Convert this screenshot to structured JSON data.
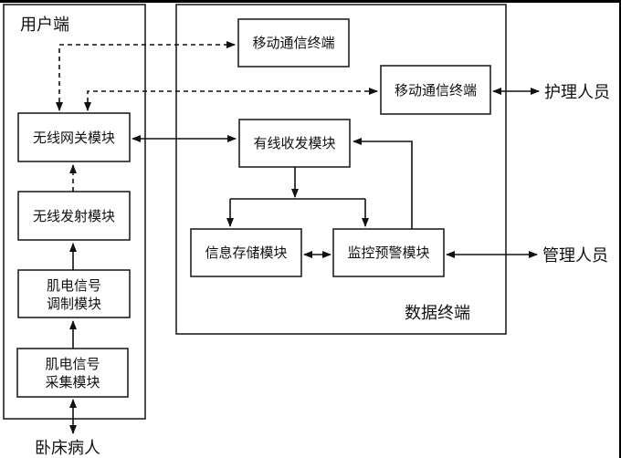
{
  "diagram": {
    "title": "卧床病人肌电信号监护系统结构框图",
    "groups": {
      "user_side": "用户端",
      "data_terminal": "数据终端"
    },
    "modules": {
      "mobile_terminal_1": "移动通信终端",
      "mobile_terminal_2": "移动通信终端",
      "wired_transceiver": "有线收发模块",
      "info_storage": "信息存储模块",
      "monitor_alarm": "监控预警模块",
      "wireless_gateway": "无线网关模块",
      "wireless_transmitter": "无线发射模块",
      "emg_modulation": [
        "肌电信号",
        "调制模块"
      ],
      "emg_acquisition": [
        "肌电信号",
        "采集模块"
      ]
    },
    "external_actors": {
      "nursing_staff": "护理人员",
      "management_staff": "管理人员",
      "bedridden_patient": "卧床病人"
    },
    "connections": [
      {
        "from": "无线网关模块",
        "to": "移动通信终端(上)",
        "style": "dashed",
        "direction": "both"
      },
      {
        "from": "无线网关模块",
        "to": "移动通信终端(右)",
        "style": "dashed",
        "direction": "both"
      },
      {
        "from": "无线网关模块",
        "to": "有线收发模块",
        "style": "solid",
        "direction": "both"
      },
      {
        "from": "有线收发模块",
        "to": "信息存储模块",
        "style": "solid",
        "direction": "forward"
      },
      {
        "from": "有线收发模块",
        "to": "监控预警模块",
        "style": "solid",
        "direction": "forward"
      },
      {
        "from": "监控预警模块",
        "to": "有线收发模块",
        "style": "solid",
        "direction": "forward"
      },
      {
        "from": "信息存储模块",
        "to": "监控预警模块",
        "style": "solid",
        "direction": "both"
      },
      {
        "from": "监控预警模块",
        "to": "管理人员",
        "style": "solid",
        "direction": "both"
      },
      {
        "from": "移动通信终端(右)",
        "to": "护理人员",
        "style": "solid",
        "direction": "both"
      },
      {
        "from": "无线发射模块",
        "to": "无线网关模块",
        "style": "dashed",
        "direction": "forward"
      },
      {
        "from": "肌电信号调制模块",
        "to": "无线发射模块",
        "style": "solid",
        "direction": "forward"
      },
      {
        "from": "肌电信号采集模块",
        "to": "肌电信号调制模块",
        "style": "solid",
        "direction": "forward"
      },
      {
        "from": "肌电信号采集模块",
        "to": "卧床病人",
        "style": "solid",
        "direction": "both"
      }
    ]
  }
}
